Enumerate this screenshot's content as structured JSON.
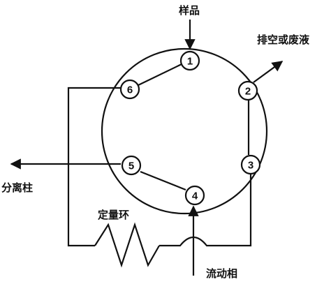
{
  "labels": {
    "sample": "样品",
    "waste": "排空或废液",
    "column": "分离柱",
    "loop": "定量环",
    "mobile_phase": "流动相"
  },
  "ports": [
    "1",
    "2",
    "3",
    "4",
    "5",
    "6"
  ],
  "colors": {
    "stroke": "#111111",
    "background": "#ffffff"
  }
}
